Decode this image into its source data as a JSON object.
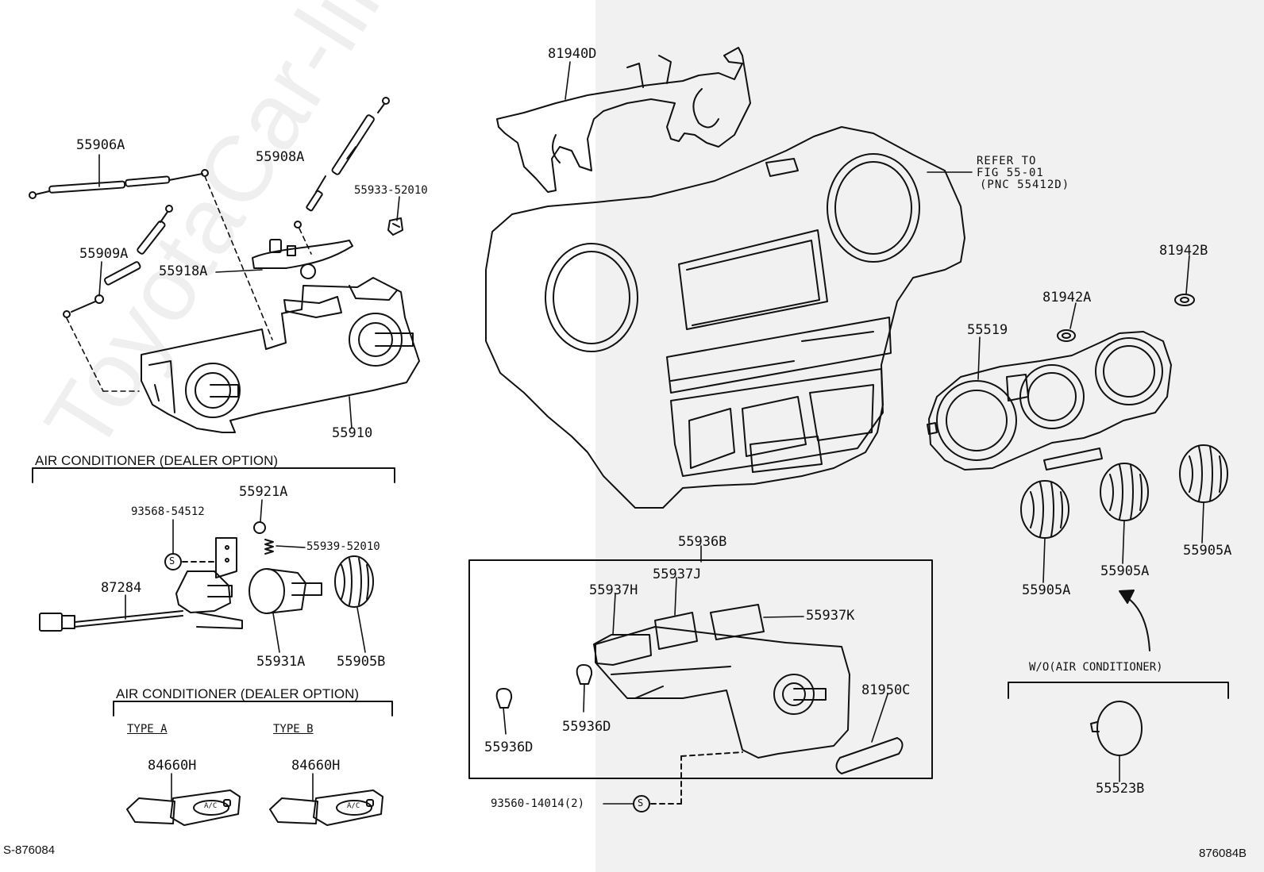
{
  "watermark": "ToyotaCar-line.ru",
  "diagram_codes": {
    "left": "S-876084",
    "right": "876084B"
  },
  "refer_note": {
    "line1": "REFER TO",
    "line2": "FIG 55-01",
    "line3": "(PNC 55412D)"
  },
  "sections": {
    "ac_dealer_option_1": "AIR CONDITIONER (DEALER OPTION)",
    "ac_dealer_option_2": "AIR CONDITIONER (DEALER OPTION)",
    "type_a": "TYPE A",
    "type_b": "TYPE B",
    "wo_ac": "W/O(AIR CONDITIONER)"
  },
  "parts": {
    "p55906A": "55906A",
    "p55908A": "55908A",
    "p55933": "55933-52010",
    "p55909A": "55909A",
    "p55918A": "55918A",
    "p55910": "55910",
    "p55921A": "55921A",
    "p93568": "93568-54512",
    "p55939": "55939-52010",
    "p87284": "87284",
    "p55931A": "55931A",
    "p55905B": "55905B",
    "p84660H_a": "84660H",
    "p84660H_b": "84660H",
    "p81940D": "81940D",
    "p81942B": "81942B",
    "p81942A": "81942A",
    "p55519": "55519",
    "p55905A_1": "55905A",
    "p55905A_2": "55905A",
    "p55905A_3": "55905A",
    "p55523B": "55523B",
    "p55936B": "55936B",
    "p55937J": "55937J",
    "p55937H": "55937H",
    "p55937K": "55937K",
    "p81950C": "81950C",
    "p55936D_1": "55936D",
    "p55936D_2": "55936D",
    "p93560": "93560-14014(2)"
  },
  "switch_text": "A/C"
}
